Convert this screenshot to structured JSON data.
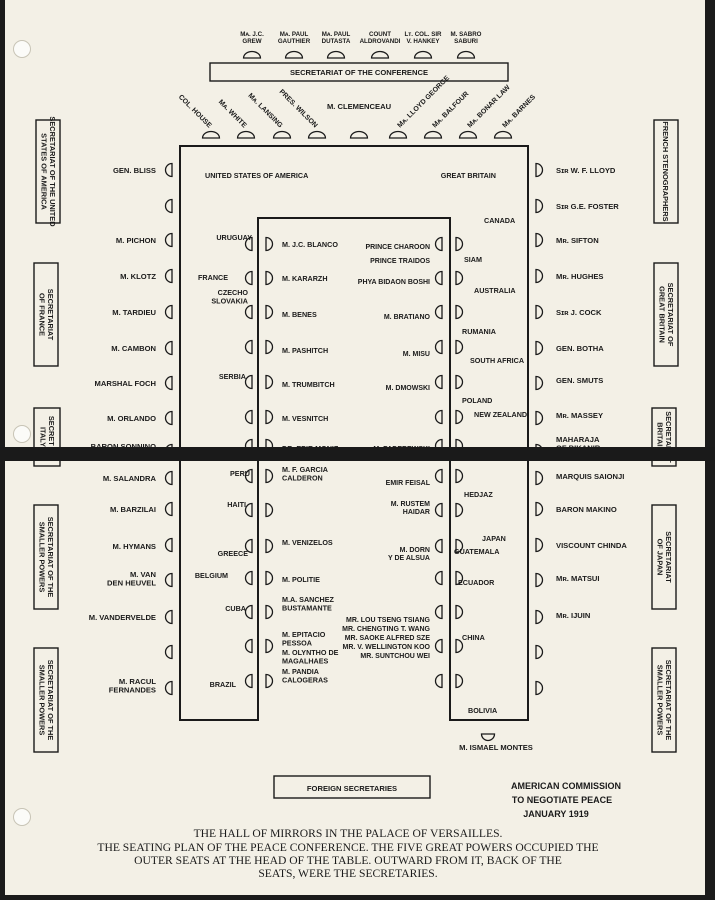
{
  "top_row": [
    "Mᴀ. J.C. GREW",
    "Mᴀ. PAUL GAUTHIER",
    "Mᴀ. PAUL DUTASTA",
    "COUNT ALDROVANDI",
    "Lᴛ. COL. SIR V. HANKEY",
    "M. SABRO SABURI"
  ],
  "secretariat_conference": "SECRETARIAT OF THE CONFERENCE",
  "head_names": [
    "COL. HOUSE",
    "Mᴀ. WHITE",
    "Mᴀ. LANSING",
    "PRES. WILSON",
    "M. CLEMENCEAU",
    "Mᴀ. LLOYD GEORGE",
    "Mᴀ. BALFOUR",
    "Mᴀ. BONAR LAW",
    "Mᴀ. BARNES"
  ],
  "secretariats": {
    "usa": "SECRETARIAT OF THE UNITED STATES OF AMERICA",
    "france": "SECRETARIAT OF FRANCE",
    "italy": "SECRET OF ITALY",
    "smaller1": "SECRETARIAT OF THE SMALLER POWERS",
    "smaller2": "SECRETARIAT OF THE SMALLER POWERS",
    "french_steno": "FRENCH STENOGRAPHERS",
    "great_britain": "SECRETARIAT OF GREAT BRITAIN",
    "britain2": "SECRETARIAT BRITAIN",
    "japan": "SECRETARIAT OF JAPAN",
    "smaller3": "SECRETARIAT OF THE SMALLER POWERS"
  },
  "outer_left": [
    "GEN. BLISS",
    "M. PICHON",
    "M. KLOTZ",
    "M. TARDIEU",
    "M. CAMBON",
    "MARSHAL FOCH",
    "M. ORLANDO",
    "BARON SONNINO",
    "M. SALANDRA",
    "M. BARZILAI",
    "M. HYMANS",
    "M. VAN DEN HEUVEL",
    "M. VANDERVELDE",
    "M. RACUL FERNANDES"
  ],
  "outer_right": [
    "Sɪʀ W. F. LLOYD",
    "Sɪʀ G.E. FOSTER",
    "Mʀ. SIFTON",
    "Mʀ. HUGHES",
    "Sɪʀ J. COCK",
    "GEN. BOTHA",
    "GEN. SMUTS",
    "Mʀ. MASSEY",
    "MAHARAJA OF BIKANIR",
    "MARQUIS SAIONJI",
    "BARON MAKINO",
    "VISCOUNT CHINDA",
    "Mʀ. MATSUI",
    "Mʀ. IJUIN"
  ],
  "countries_left": [
    "UNITED STATES OF AMERICA",
    "URUGUAY",
    "FRANCE",
    "CZECHO SLOVAKIA",
    "SERBIA",
    "PERU",
    "HAITI",
    "GREECE",
    "BELGIUM",
    "CUBA",
    "BRAZIL"
  ],
  "countries_right": [
    "GREAT BRITAIN",
    "CANADA",
    "SIAM",
    "AUSTRALIA",
    "RUMANIA",
    "SOUTH AFRICA",
    "POLAND",
    "NEW ZEALAND",
    "HEDJAZ",
    "JAPAN",
    "GUATEMALA",
    "ECUADOR",
    "CHINA",
    "BOLIVIA"
  ],
  "inner_left": [
    "M. J.C. BLANCO",
    "M. KARARZH",
    "M. BENES",
    "M. PASHITCH",
    "M. TRUMBITCH",
    "M. VESNITCH",
    "DR. EPIR MONIZ",
    "M. F. GARCIA CALDERON",
    "M. VENIZELOS",
    "M. POLITIE",
    "M.A. SANCHEZ BUSTAMANTE",
    "M. EPITACIO PESSOA",
    "M. OLYNTHO DE MAGALHAES",
    "M. PANDIA CALOGERAS"
  ],
  "inner_right": [
    "PRINCE CHAROON",
    "PRINCE TRAIDOS",
    "PHYA BIDAON BOSHI",
    "M. BRATIANO",
    "M. MISU",
    "M. DMOWSKI",
    "M. PADEREWSKI",
    "EMIR FEISAL",
    "M. RUSTEM HAIDAR",
    "M. DORN Y DE ALSUA",
    "MR. LOU TSENG TSIANG",
    "MR. CHENGTING T. WANG",
    "MR. SAOKE ALFRED SZE",
    "MR. V. WELLINGTON KOO",
    "MR. SUNTCHOU WEI"
  ],
  "foot_name": "M. ISMAEL MONTES",
  "foreign_secretaries": "FOREIGN SECRETARIES",
  "commission": [
    "AMERICAN COMMISSION",
    "TO NEGOTIATE PEACE",
    "JANUARY 1919"
  ],
  "caption": [
    "THE HALL OF MIRRORS IN THE PALACE OF VERSAILLES.",
    "THE SEATING PLAN OF THE PEACE CONFERENCE. THE FIVE GREAT POWERS OCCUPIED THE",
    "OUTER SEATS AT THE HEAD OF THE TABLE. OUTWARD FROM IT, BACK OF THE",
    "SEATS, WERE THE SECRETARIES."
  ]
}
